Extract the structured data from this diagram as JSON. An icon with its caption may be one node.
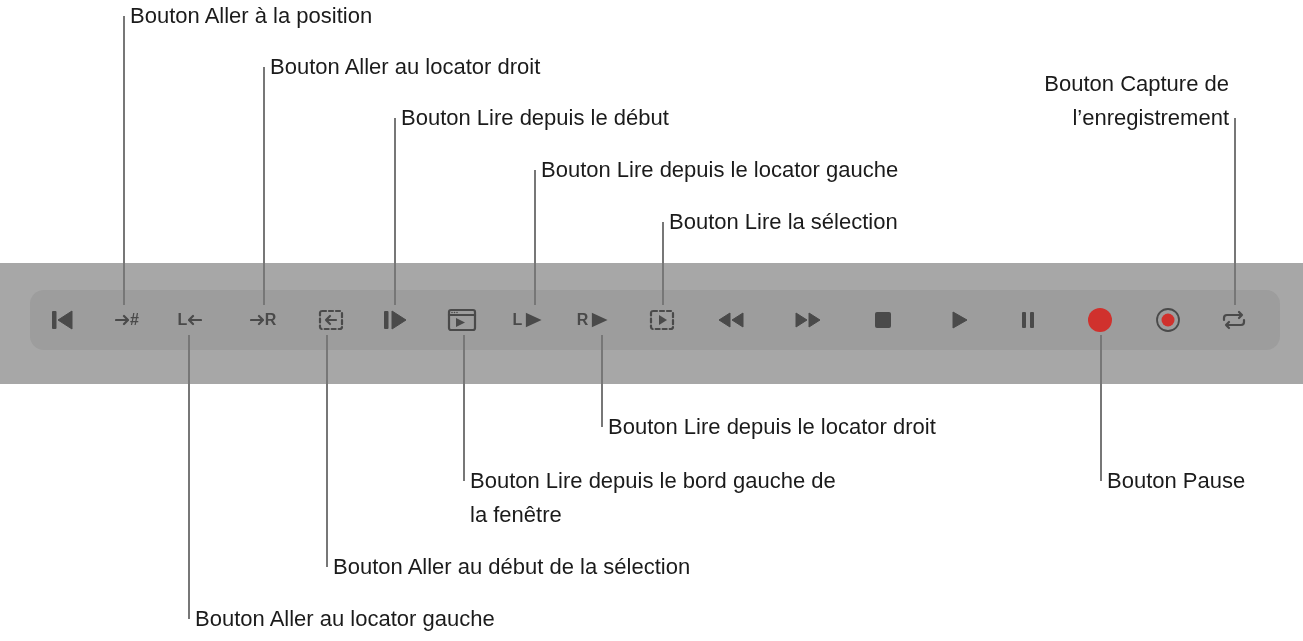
{
  "diagram": {
    "nodes": [
      {
        "text": [
          "Bouton Aller à la position"
        ]
      },
      {
        "text": [
          "Bouton Aller au locator droit"
        ]
      },
      {
        "text": [
          "Bouton Capture de l’enregistrement"
        ]
      },
      {
        "text": [
          "Bouton Lire depuis le début"
        ]
      },
      {
        "text": [
          "Bouton Lire depuis le locator gauche"
        ]
      },
      {
        "text": [
          "Bouton Lire la sélection"
        ]
      },
      {
        "text": [],
        "shape": "picture"
      },
      {
        "text": [
          "#"
        ]
      },
      {
        "text": [
          "L"
        ]
      },
      {
        "text": [
          "R"
        ]
      },
      {
        "text": [],
        "shape": "picture"
      },
      {
        "text": [],
        "shape": "picture"
      },
      {
        "text": [],
        "shape": "picture"
      },
      {
        "text": [
          "L"
        ]
      },
      {
        "text": [
          "R"
        ]
      },
      {
        "text": [],
        "shape": "picture"
      },
      {
        "text": [],
        "shape": "picture"
      },
      {
        "text": [],
        "shape": "picture"
      },
      {
        "text": [],
        "shape": "box"
      },
      {
        "text": [],
        "shape": "picture"
      },
      {
        "text": [],
        "shape": "picture"
      },
      {
        "text": [],
        "shape": "circle"
      },
      {
        "text": [],
        "shape": "picture"
      },
      {
        "text": [],
        "shape": "picture"
      },
      {
        "text": [
          "Bouton Lire depuis le locator droit"
        ]
      },
      {
        "text": [
          "Bouton Lire depuis le bord gauche de la fenêtre"
        ]
      },
      {
        "text": [
          "Bouton Pause"
        ]
      },
      {
        "text": [
          "Bouton Aller au début de la sélection"
        ]
      },
      {
        "text": [
          "Bouton Aller au locator gauche"
        ]
      }
    ],
    "edges": [
      {
        "from": 0,
        "to": 7,
        "arrow": "none"
      },
      {
        "from": 1,
        "to": 9,
        "arrow": "none"
      },
      {
        "from": 2,
        "to": 23,
        "arrow": "none"
      },
      {
        "from": 3,
        "to": 11,
        "arrow": "none"
      },
      {
        "from": 4,
        "to": 13,
        "arrow": "none"
      },
      {
        "from": 5,
        "to": 15,
        "arrow": "none"
      },
      {
        "from": 24,
        "to": 14,
        "arrow": "none"
      },
      {
        "from": 25,
        "to": 12,
        "arrow": "none"
      },
      {
        "from": 26,
        "to": 21,
        "arrow": "none"
      },
      {
        "from": 27,
        "to": 10,
        "arrow": "none"
      },
      {
        "from": 28,
        "to": 8,
        "arrow": "none"
      }
    ]
  }
}
